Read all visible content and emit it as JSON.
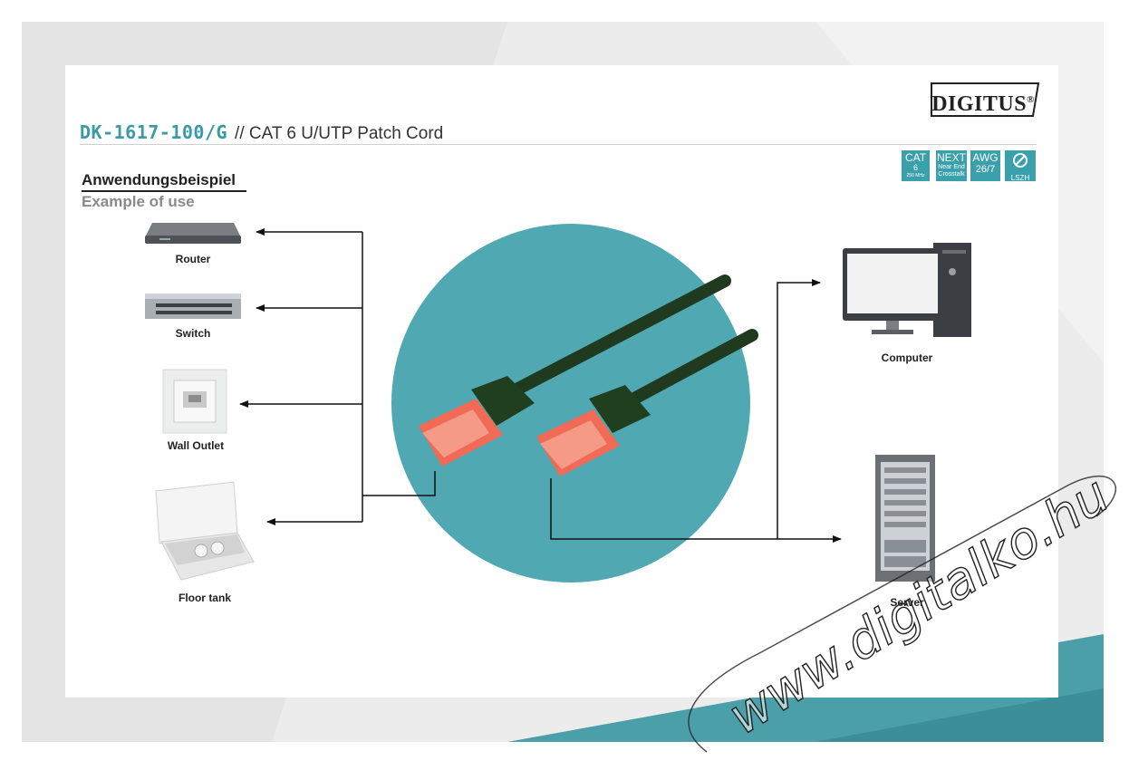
{
  "brand": {
    "logo": "DIGITUS",
    "registered": "®"
  },
  "header": {
    "product_code": "DK-1617-100/G",
    "separator": "//",
    "description": "CAT 6 U/UTP Patch Cord"
  },
  "badges": [
    {
      "icon": "cat6-badge",
      "line1": "CAT",
      "line2": "6",
      "line3": "250 MHz"
    },
    {
      "icon": "next-badge",
      "line1": "NEXT",
      "line2": "Near End",
      "line3": "Crosstalk"
    },
    {
      "icon": "awg-badge",
      "line1": "AWG",
      "line2": "26/7"
    },
    {
      "icon": "lszh-badge",
      "line2": "LSZH"
    }
  ],
  "section": {
    "heading_de": "Anwendungsbeispiel",
    "heading_en": "Example of use"
  },
  "devices": {
    "router": "Router",
    "switch": "Switch",
    "wall_outlet": "Wall Outlet",
    "floor_tank": "Floor tank",
    "computer": "Computer",
    "server": "Server"
  },
  "colors": {
    "accent": "#3a9aa6",
    "circle": "#4fa8b2",
    "cable": "#1f3a1f",
    "plug": "#f06a55"
  },
  "watermark": "www.digitalko.hu"
}
